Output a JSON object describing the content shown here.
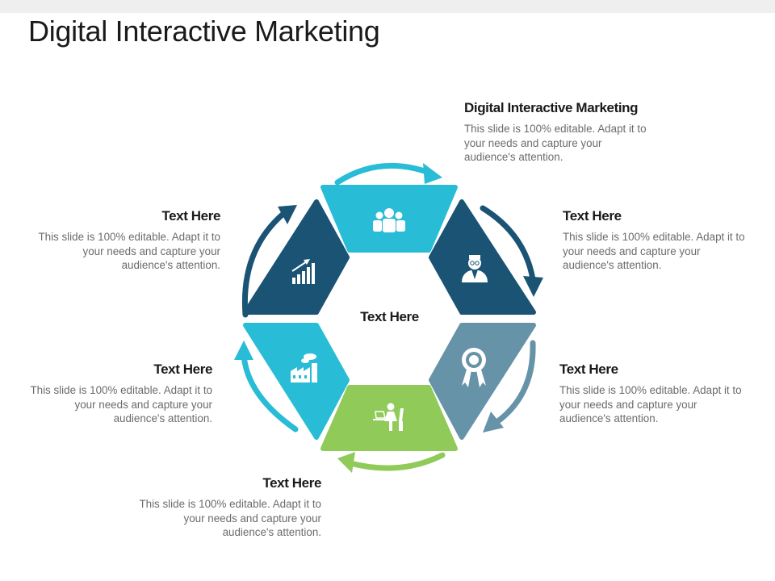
{
  "title": "Digital Interactive Marketing",
  "center_label": "Text Here",
  "colors": {
    "dark_blue": "#1a5374",
    "cyan": "#29bcd6",
    "steel_blue": "#6793a8",
    "green": "#90ca59"
  },
  "blocks": [
    {
      "id": "top",
      "heading": "Digital Interactive Marketing",
      "body": "This slide is 100% editable. Adapt it to your needs and capture your audience's attention."
    },
    {
      "id": "upper-right",
      "heading": "Text Here",
      "body": "This slide is 100% editable. Adapt it to your needs and capture your audience's attention."
    },
    {
      "id": "lower-right",
      "heading": "Text Here",
      "body": "This slide is 100% editable. Adapt it to your needs and capture your audience's attention."
    },
    {
      "id": "bottom",
      "heading": "Text Here",
      "body": "This slide is 100% editable. Adapt it to your needs and capture your audience's attention."
    },
    {
      "id": "lower-left",
      "heading": "Text Here",
      "body": "This slide is 100% editable. Adapt it to your needs and capture your audience's attention."
    },
    {
      "id": "upper-left",
      "heading": "Text Here",
      "body": "This slide is 100% editable. Adapt it to your needs and capture your audience's attention."
    }
  ],
  "segments": [
    {
      "position": "top",
      "color": "cyan",
      "icon": "team-icon"
    },
    {
      "position": "upper-right",
      "color": "dark_blue",
      "icon": "businessman-icon"
    },
    {
      "position": "lower-right",
      "color": "steel_blue",
      "icon": "award-ribbon-icon"
    },
    {
      "position": "bottom",
      "color": "green",
      "icon": "person-at-desk-icon"
    },
    {
      "position": "lower-left",
      "color": "cyan",
      "icon": "factory-icon"
    },
    {
      "position": "upper-left",
      "color": "dark_blue",
      "icon": "growth-chart-icon"
    }
  ]
}
